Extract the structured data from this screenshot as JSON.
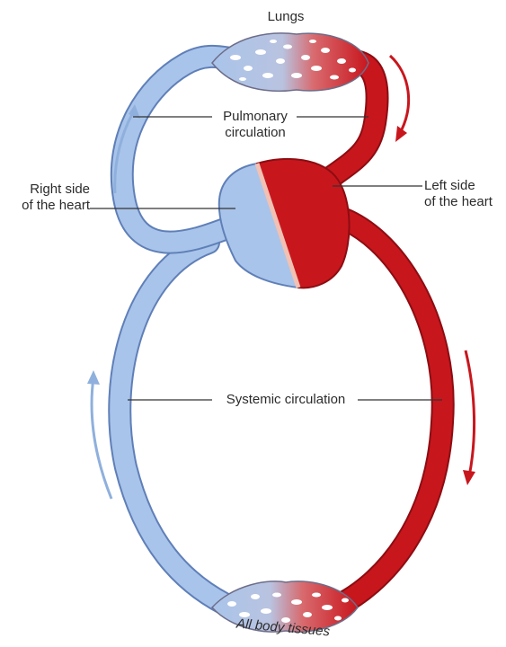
{
  "labels": {
    "lungs": "Lungs",
    "pulmonary_line1": "Pulmonary",
    "pulmonary_line2": "circulation",
    "right_heart_line1": "Right side",
    "right_heart_line2": "of the heart",
    "left_heart_line1": "Left side",
    "left_heart_line2": "of the heart",
    "systemic": "Systemic circulation",
    "tissues": "All body tissues"
  },
  "colors": {
    "deoxygenated": "#a9c4ea",
    "deoxygenated_outline": "#5f7fb8",
    "oxygenated": "#c8161d",
    "oxygenated_outline": "#8c0d12",
    "septum": "#f2c1b3",
    "leader_line": "#333333",
    "text": "#2b2b2b"
  }
}
